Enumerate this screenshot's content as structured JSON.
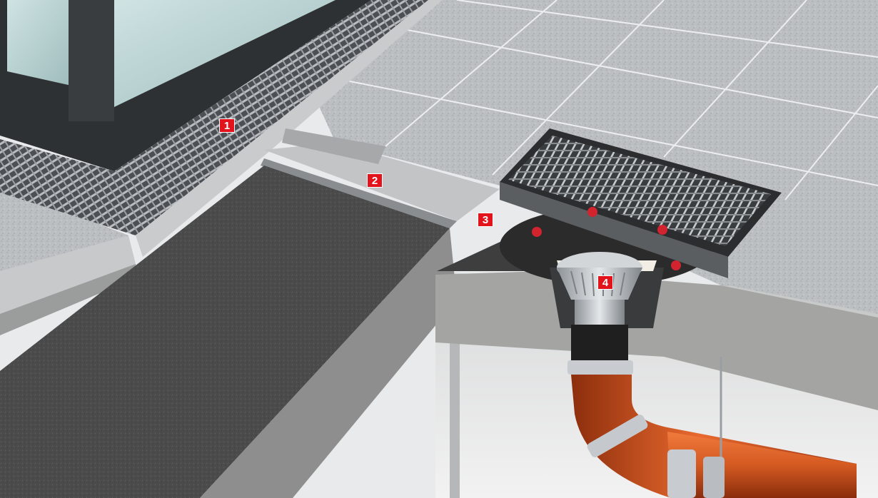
{
  "markers": [
    {
      "id": "1",
      "label": "1"
    },
    {
      "id": "2",
      "label": "2"
    },
    {
      "id": "3",
      "label": "3"
    },
    {
      "id": "4",
      "label": "4"
    }
  ],
  "colors": {
    "marker": "#e3131b",
    "pipe": "#d9581e",
    "membrane": "#4a4a4a",
    "tile": "#b9bcbf",
    "concrete": "#a9aaa8"
  },
  "icons": [
    "slot-drain-grating",
    "floor-drain-grating",
    "drain-body",
    "pipe-elbow"
  ]
}
